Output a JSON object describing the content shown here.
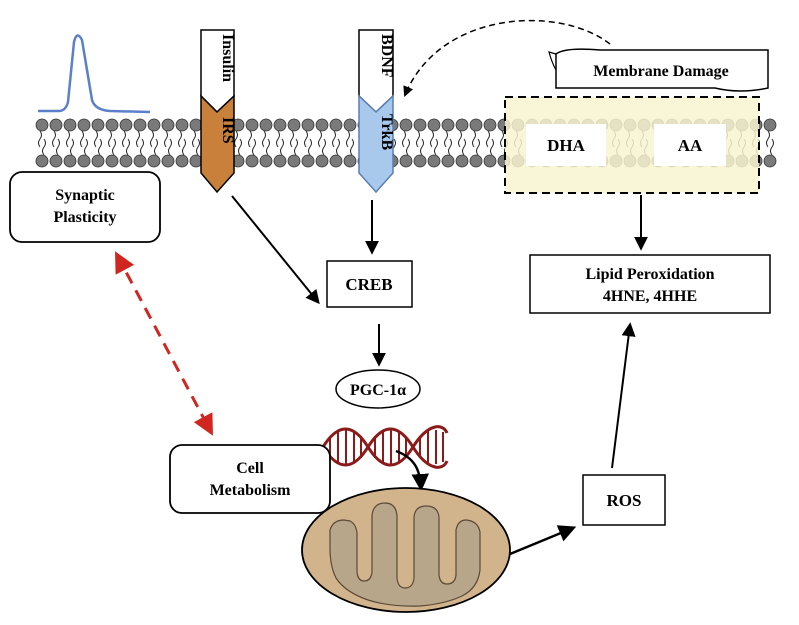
{
  "receptors": {
    "insulin": "Insulin",
    "irs": "IRS",
    "bdnf": "BDNF",
    "trkb": "TrkB"
  },
  "membrane": {
    "damage_label": "Membrane Damage",
    "dha": "DHA",
    "aa": "AA"
  },
  "nodes": {
    "synaptic_line1": "Synaptic",
    "synaptic_line2": "Plasticity",
    "creb": "CREB",
    "pgc": "PGC-1α",
    "cell_line1": "Cell",
    "cell_line2": "Metabolism",
    "lipid_line1": "Lipid Peroxidation",
    "lipid_line2": "4HNE, 4HHE",
    "ros": "ROS"
  },
  "colors": {
    "irs": "#C8803A",
    "trkb": "#A8C8EC",
    "trkb_stroke": "#5A7FB5",
    "membrane_highlight": "#F8F5D0",
    "lipid_head": "#7A7A7A",
    "dna": "#8B1A1A",
    "mito_outer": "#D2B48C",
    "mito_inner": "#B8A68A",
    "spike": "#5B7FC9",
    "dashed_red": "#D0261F"
  },
  "icons": [
    "action-potential-spike-icon",
    "lipid-bilayer-icon",
    "dna-helix-icon",
    "mitochondrion-icon"
  ]
}
